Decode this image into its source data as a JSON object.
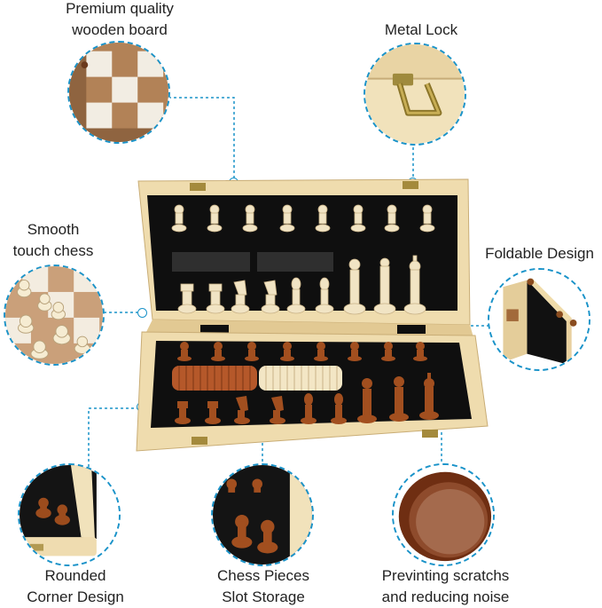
{
  "features": {
    "board": {
      "line1": "Premium quality",
      "line2": "wooden board"
    },
    "lock": {
      "line1": "Metal Lock"
    },
    "smooth": {
      "line1": "Smooth",
      "line2": "touch chess"
    },
    "foldable": {
      "line1": "Foldable Design"
    },
    "corner": {
      "line1": "Rounded",
      "line2": "Corner Design"
    },
    "storage": {
      "line1": "Chess Pieces",
      "line2": "Slot Storage"
    },
    "felt": {
      "line1": "Previnting scratchs",
      "line2": "and reducing noise"
    }
  },
  "icons": [
    "wood-board-closeup",
    "metal-lock-closeup",
    "chess-pieces-closeup",
    "folding-hinge-closeup",
    "rounded-corner-closeup",
    "slot-storage-closeup",
    "felt-bottom-closeup"
  ],
  "colors": {
    "accent": "#1a93c9",
    "wood": "#ecd9b0",
    "felt": "#151515",
    "dark_piece": "#a24f1f",
    "light_piece": "#f1e4c4"
  }
}
